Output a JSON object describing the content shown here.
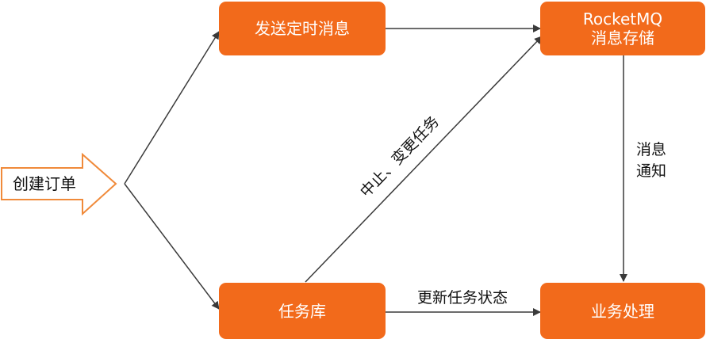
{
  "colors": {
    "node_fill": "#f26a1b",
    "node_text": "#ffffff",
    "edge": "#3a3a3a",
    "start_stroke": "#f08a3a"
  },
  "nodes": {
    "start": "创建订单",
    "send_timer": "发送定时消息",
    "rocketmq_line1": "RocketMQ",
    "rocketmq_line2": "消息存储",
    "task_db": "任务库",
    "business": "业务处理"
  },
  "edges": {
    "stop_change": "中止、变更任务",
    "notify_line1": "消息",
    "notify_line2": "通知",
    "update_status": "更新任务状态"
  }
}
